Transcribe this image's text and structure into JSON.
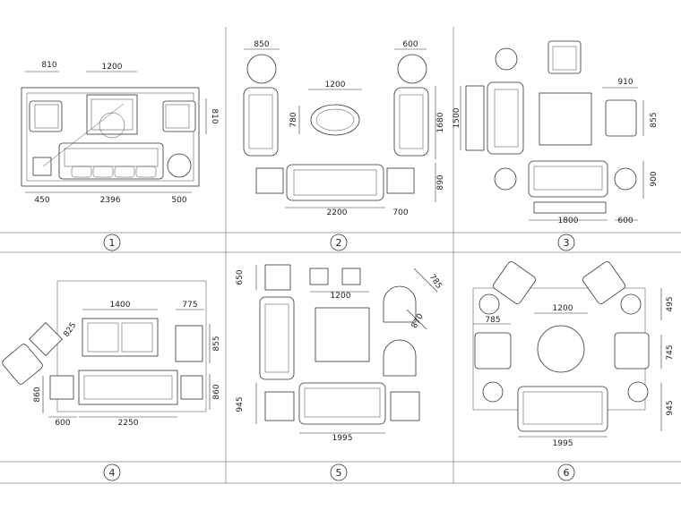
{
  "plans": [
    {
      "number": "1",
      "dims": [
        "810",
        "1200",
        "810",
        "450",
        "2396",
        "500"
      ]
    },
    {
      "number": "2",
      "dims": [
        "850",
        "600",
        "1200",
        "780",
        "1680",
        "890",
        "2200",
        "700"
      ]
    },
    {
      "number": "3",
      "dims": [
        "910",
        "1500",
        "855",
        "900",
        "1800",
        "600"
      ]
    },
    {
      "number": "4",
      "dims": [
        "1400",
        "775",
        "825",
        "855",
        "860",
        "860",
        "600",
        "2250"
      ]
    },
    {
      "number": "5",
      "dims": [
        "650",
        "1200",
        "785",
        "870",
        "945",
        "1995"
      ]
    },
    {
      "number": "6",
      "dims": [
        "1200",
        "495",
        "785",
        "745",
        "945",
        "1995"
      ]
    }
  ]
}
